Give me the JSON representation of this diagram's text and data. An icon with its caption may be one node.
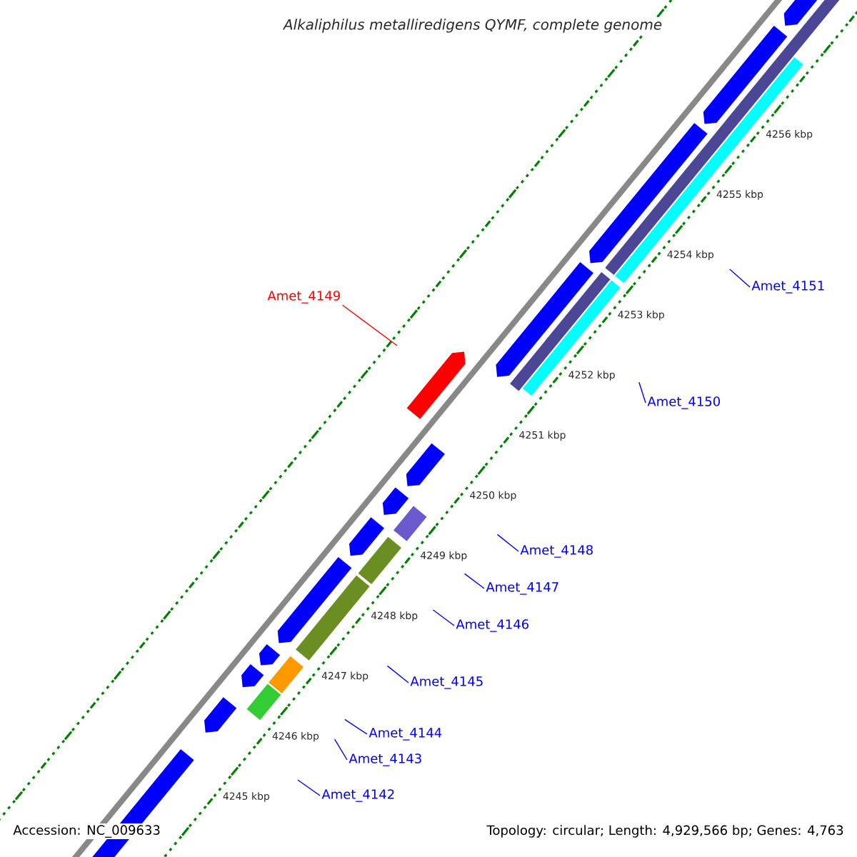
{
  "diagram": {
    "title": "Alkaliphilus metalliredigens QYMF, complete genome",
    "nodes": [
      {
        "text": [
          "Amet_4149"
        ]
      },
      {
        "text": [
          "Amet_4151"
        ]
      },
      {
        "text": [
          "Amet_4150"
        ]
      },
      {
        "text": [
          "Amet_4148"
        ]
      },
      {
        "text": [
          "Amet_4147"
        ]
      },
      {
        "text": [
          "Amet_4146"
        ]
      },
      {
        "text": [
          "Amet_4145"
        ]
      },
      {
        "text": [
          "Amet_4144"
        ]
      },
      {
        "text": [
          "Amet_4143"
        ]
      },
      {
        "text": [
          "Amet_4142"
        ]
      }
    ],
    "edges": [
      {
        "from": 0,
        "to": null,
        "arrow": "none",
        "color": "#ff0000"
      },
      {
        "from": 1,
        "to": null,
        "arrow": "none"
      },
      {
        "from": 2,
        "to": null,
        "arrow": "none"
      },
      {
        "from": 3,
        "to": null,
        "arrow": "none"
      },
      {
        "from": 4,
        "to": null,
        "arrow": "none"
      },
      {
        "from": 5,
        "to": null,
        "arrow": "none"
      },
      {
        "from": 6,
        "to": null,
        "arrow": "none"
      },
      {
        "from": 7,
        "to": null,
        "arrow": "none"
      },
      {
        "from": 8,
        "to": null,
        "arrow": "none"
      },
      {
        "from": 9,
        "to": null,
        "arrow": "none"
      }
    ],
    "labels": [
      "4256 kbp",
      "4255 kbp",
      "4254 kbp",
      "4253 kbp",
      "4252 kbp",
      "4251 kbp",
      "4250 kbp",
      "4249 kbp",
      "4248 kbp",
      "4247 kbp",
      "4246 kbp",
      "4245 kbp",
      "Accession: NC_009633",
      "Topology: circular; Length: 4,929,566 bp; Genes: 4,763"
    ]
  }
}
